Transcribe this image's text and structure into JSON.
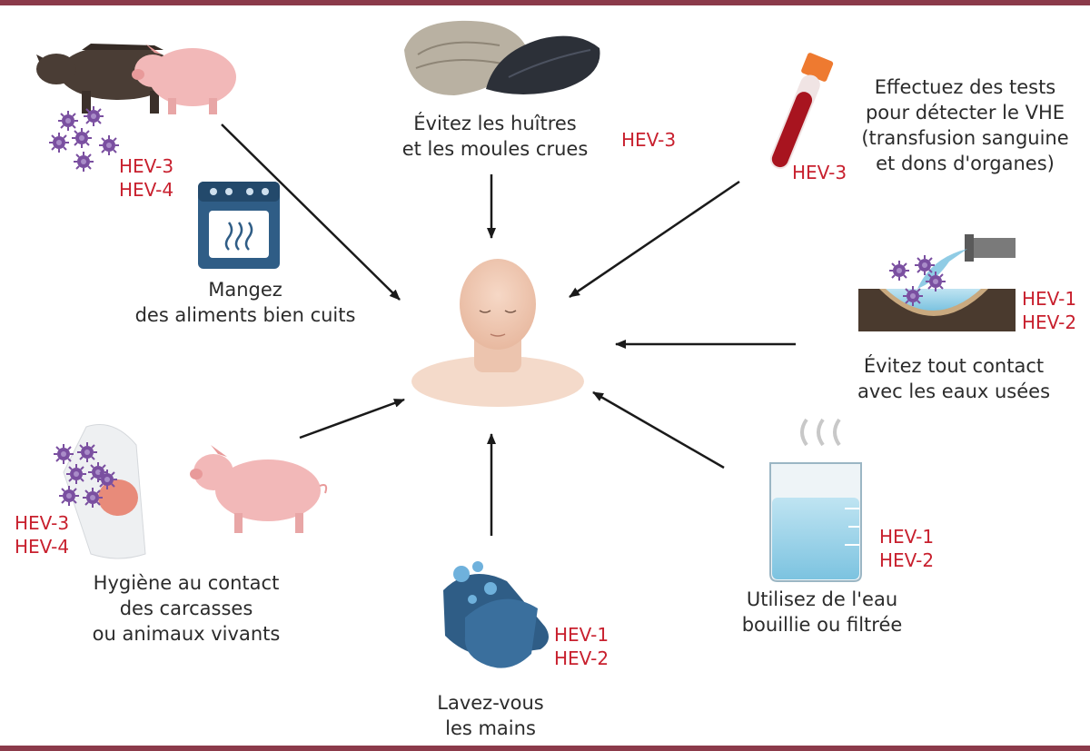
{
  "colors": {
    "frame": "#8b3a4a",
    "hev_label": "#c8202e",
    "arrow": "#1a1a1a",
    "virus": "#7a4fa0"
  },
  "captions": {
    "cooked_food": [
      "Mangez",
      "des aliments bien cuits"
    ],
    "shellfish": [
      "Évitez les huîtres",
      "et les moules crues"
    ],
    "blood_tests": [
      "Effectuez des tests",
      "pour détecter le VHE",
      "(transfusion sanguine",
      "et dons d'organes)"
    ],
    "sewage": [
      "Évitez tout contact",
      "avec les eaux usées"
    ],
    "boiled_water": [
      "Utilisez de l'eau",
      "bouillie ou filtrée"
    ],
    "wash_hands": [
      "Lavez-vous",
      "les mains"
    ],
    "carcass_hygiene": [
      "Hygiène au contact",
      "des carcasses",
      "ou animaux vivants"
    ]
  },
  "hev_labels": {
    "boar_pig": [
      "HEV-3",
      "HEV-4"
    ],
    "shellfish": [
      "HEV-3"
    ],
    "blood": [
      "HEV-3"
    ],
    "sewage": [
      "HEV-1",
      "HEV-2"
    ],
    "water": [
      "HEV-1",
      "HEV-2"
    ],
    "hands": [
      "HEV-1",
      "HEV-2"
    ],
    "carcass": [
      "HEV-3",
      "HEV-4"
    ]
  },
  "icons": [
    "wild-boar-icon",
    "pig-icon",
    "virus-icon",
    "oven-icon",
    "oyster-icon",
    "mussel-icon",
    "blood-tube-icon",
    "sewage-pipe-icon",
    "beaker-icon",
    "washing-hands-icon",
    "pig-carcass-icon",
    "piglet-icon",
    "human-head-icon"
  ]
}
